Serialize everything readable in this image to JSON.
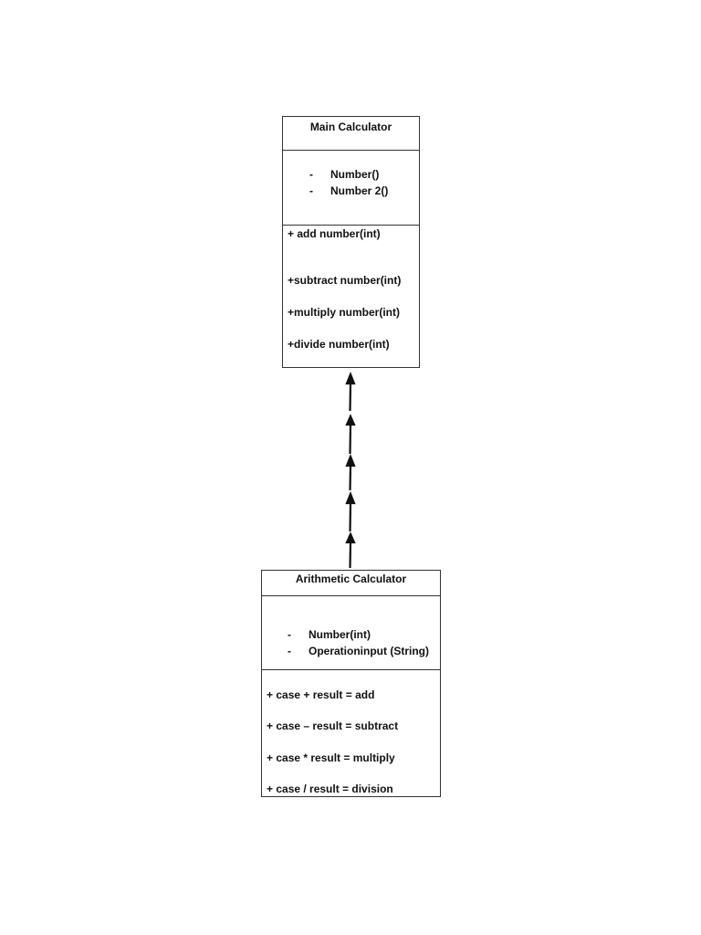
{
  "main_class": {
    "name": "Main Calculator",
    "attributes": [
      {
        "visibility": "-",
        "text": "Number()"
      },
      {
        "visibility": "-",
        "text": "Number 2()"
      }
    ],
    "operations": [
      "+ add number(int)",
      "+subtract number(int)",
      "+multiply number(int)",
      "+divide number(int)"
    ]
  },
  "arith_class": {
    "name": "Arithmetic Calculator",
    "attributes": [
      {
        "visibility": "-",
        "text": "Number(int)"
      },
      {
        "visibility": "-",
        "text": "Operationinput (String)"
      }
    ],
    "operations": [
      "+ case + result = add",
      "+ case – result = subtract",
      "+ case * result = multiply",
      "+ case / result = division"
    ]
  },
  "connector": {
    "from": "Arithmetic Calculator",
    "to": "Main Calculator",
    "style": "dashed-arrow"
  }
}
